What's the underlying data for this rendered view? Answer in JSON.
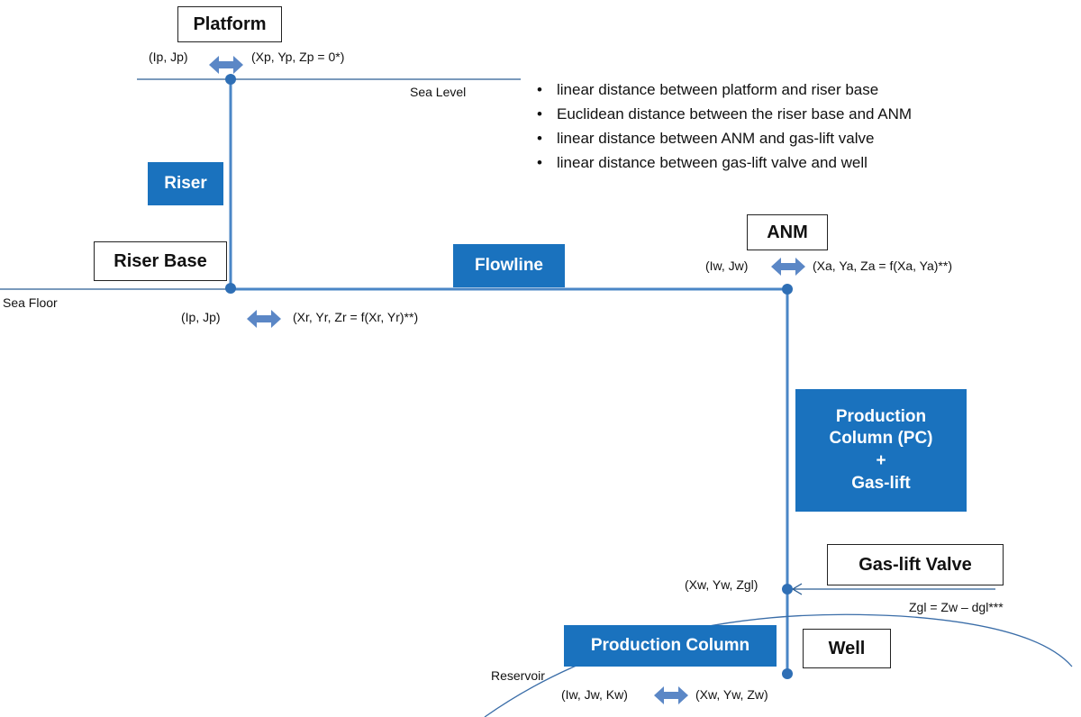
{
  "labels": {
    "platform": "Platform",
    "riser_base": "Riser Base",
    "anm": "ANM",
    "gas_lift_valve": "Gas-lift Valve",
    "well": "Well",
    "riser": "Riser",
    "flowline": "Flowline",
    "pc_line1": "Production",
    "pc_line2": "Column (PC)",
    "pc_line3": "+",
    "pc_line4": "Gas-lift",
    "production_column": "Production Column",
    "sea_level": "Sea Level",
    "sea_floor": "Sea Floor",
    "reservoir": "Reservoir"
  },
  "coords": {
    "platform_ij": "(Ip, Jp)",
    "platform_xyz": "(Xp, Yp, Zp = 0*)",
    "riser_base_ij": "(Ip, Jp)",
    "riser_base_xyz": "(Xr, Yr, Zr = f(Xr, Yr)**)",
    "anm_ij": "(Iw, Jw)",
    "anm_xyz": "(Xa, Ya, Za = f(Xa, Ya)**)",
    "valve_xyz": "(Xw, Yw, Zgl)",
    "valve_formula": "Zgl = Zw – dgl***",
    "well_ijk": "(Iw, Jw, Kw)",
    "well_xyz": "(Xw, Yw, Zw)"
  },
  "bullets": [
    "linear distance between platform  and riser base",
    "Euclidean distance between the riser base and ANM",
    "linear distance between ANM and gas-lift valve",
    "linear distance between gas-lift valve and well"
  ],
  "colors": {
    "line": "#4a86c6",
    "box_fill": "#1a72be",
    "node": "#2f6fb5",
    "arrow": "#5b87c6",
    "thin_line": "#1d4f86"
  }
}
